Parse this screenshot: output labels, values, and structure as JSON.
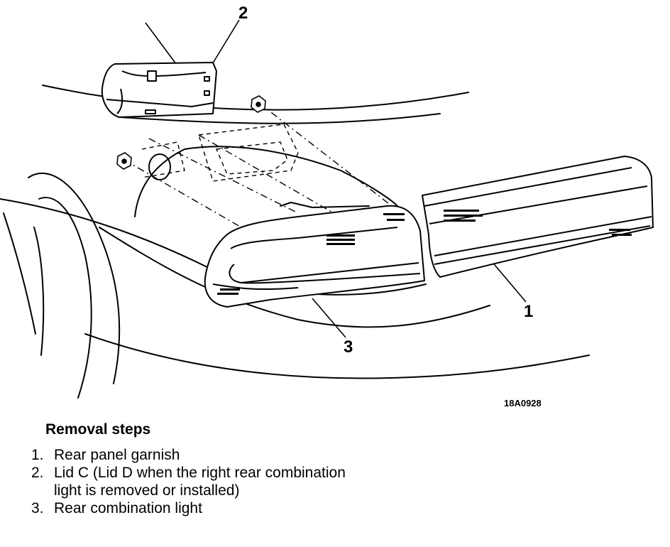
{
  "callouts": {
    "c1": "1",
    "c2": "2",
    "c3": "3"
  },
  "figure_id": "18A0928",
  "removal_steps": {
    "title": "Removal steps",
    "items": [
      {
        "num": "1.",
        "text": "Rear panel garnish"
      },
      {
        "num": "2.",
        "text": "Lid C (Lid D when the right rear combination light is removed or installed)"
      },
      {
        "num": "3.",
        "text": "Rear combination light"
      }
    ]
  }
}
